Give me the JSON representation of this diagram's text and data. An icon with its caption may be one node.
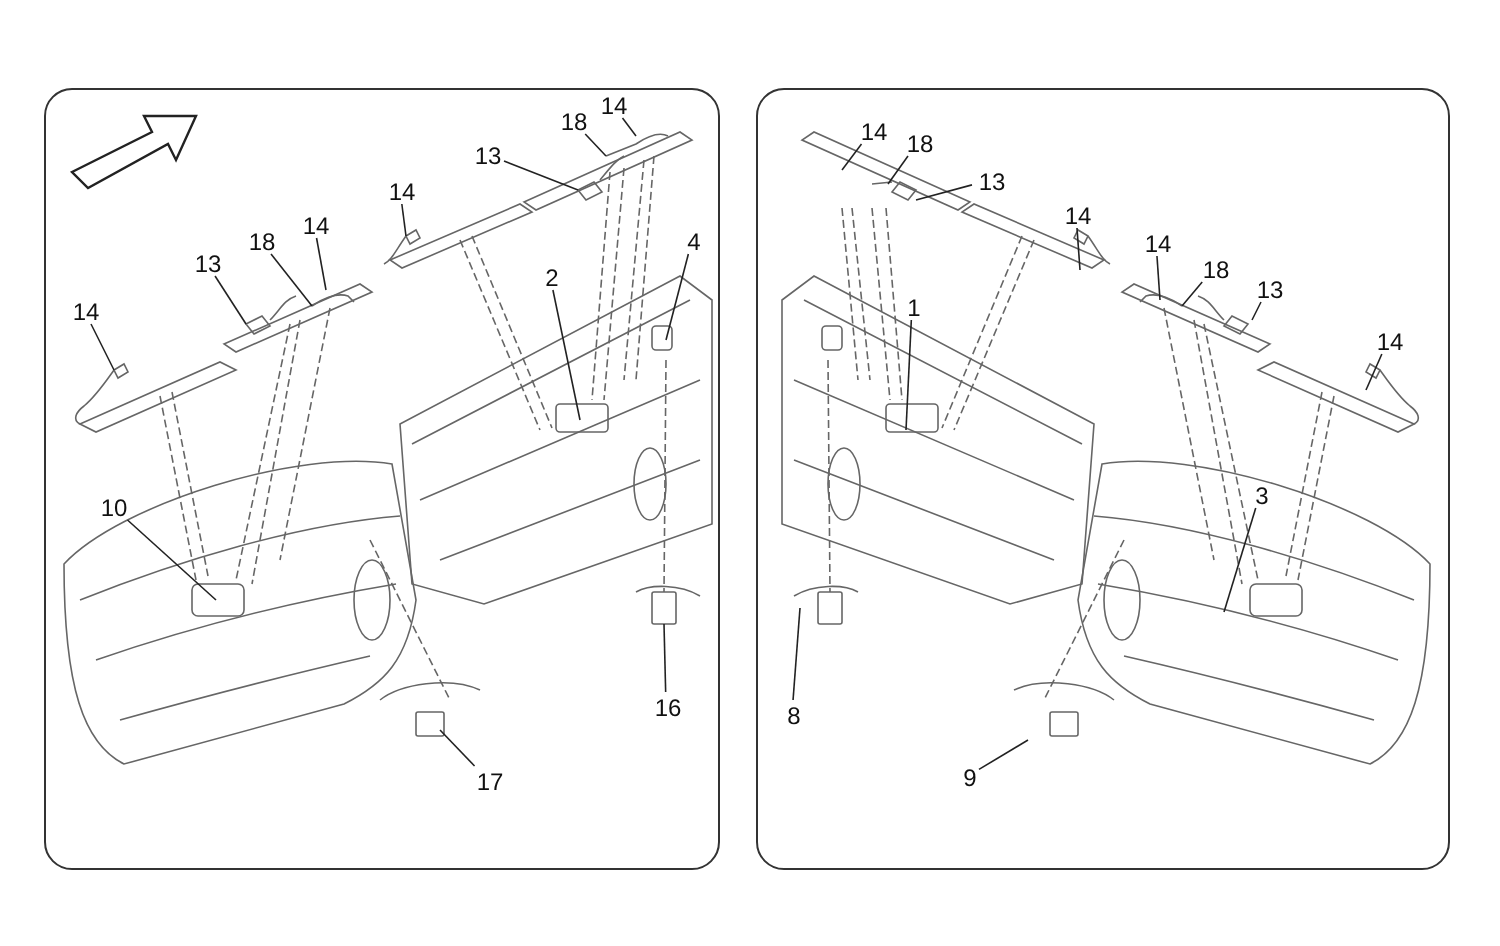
{
  "diagram": {
    "nodes": [
      {
        "text": [],
        "shape": "box"
      },
      {
        "text": [
          "14"
        ],
        "in": 0
      },
      {
        "text": [
          "13"
        ],
        "in": 0
      },
      {
        "text": [
          "18"
        ],
        "in": 0
      },
      {
        "text": [
          "14"
        ],
        "in": 0
      },
      {
        "text": [
          "14"
        ],
        "in": 0
      },
      {
        "text": [
          "13"
        ],
        "in": 0
      },
      {
        "text": [
          "18"
        ],
        "in": 0
      },
      {
        "text": [
          "14"
        ],
        "in": 0
      },
      {
        "text": [
          "2"
        ],
        "in": 0
      },
      {
        "text": [
          "4"
        ],
        "in": 0
      },
      {
        "text": [
          "10"
        ],
        "in": 0
      },
      {
        "text": [
          "16"
        ],
        "in": 0
      },
      {
        "text": [
          "17"
        ],
        "in": 0
      },
      {
        "text": [],
        "shape": "box"
      },
      {
        "text": [
          "14"
        ],
        "in": 14
      },
      {
        "text": [
          "18"
        ],
        "in": 14
      },
      {
        "text": [
          "13"
        ],
        "in": 14
      },
      {
        "text": [
          "14"
        ],
        "in": 14
      },
      {
        "text": [
          "1"
        ],
        "in": 14
      },
      {
        "text": [
          "14"
        ],
        "in": 14
      },
      {
        "text": [
          "18"
        ],
        "in": 14
      },
      {
        "text": [
          "13"
        ],
        "in": 14
      },
      {
        "text": [
          "14"
        ],
        "in": 14
      },
      {
        "text": [
          "3"
        ],
        "in": 14
      },
      {
        "text": [
          "8"
        ],
        "in": 14
      },
      {
        "text": [
          "9"
        ],
        "in": 14
      }
    ],
    "edges": [
      {
        "from": 1,
        "to": null,
        "arrow": "none"
      },
      {
        "from": 2,
        "to": null,
        "arrow": "none"
      },
      {
        "from": 3,
        "to": null,
        "arrow": "none"
      },
      {
        "from": 4,
        "to": null,
        "arrow": "none"
      },
      {
        "from": 5,
        "to": null,
        "arrow": "none"
      },
      {
        "from": 6,
        "to": null,
        "arrow": "none"
      },
      {
        "from": 7,
        "to": null,
        "arrow": "none"
      },
      {
        "from": 8,
        "to": null,
        "arrow": "none"
      },
      {
        "from": 9,
        "to": null,
        "arrow": "none"
      },
      {
        "from": 10,
        "to": null,
        "arrow": "none"
      },
      {
        "from": 11,
        "to": null,
        "arrow": "none"
      },
      {
        "from": 12,
        "to": null,
        "arrow": "none"
      },
      {
        "from": 13,
        "to": null,
        "arrow": "none"
      },
      {
        "from": 15,
        "to": null,
        "arrow": "none"
      },
      {
        "from": 16,
        "to": null,
        "arrow": "none"
      },
      {
        "from": 17,
        "to": null,
        "arrow": "none"
      },
      {
        "from": 18,
        "to": null,
        "arrow": "none"
      },
      {
        "from": 19,
        "to": null,
        "arrow": "none"
      },
      {
        "from": 20,
        "to": null,
        "arrow": "none"
      },
      {
        "from": 21,
        "to": null,
        "arrow": "none"
      },
      {
        "from": 22,
        "to": null,
        "arrow": "none"
      },
      {
        "from": 23,
        "to": null,
        "arrow": "none"
      },
      {
        "from": 24,
        "to": null,
        "arrow": "none"
      },
      {
        "from": 25,
        "to": null,
        "arrow": "none"
      },
      {
        "from": 26,
        "to": null,
        "arrow": "none"
      }
    ]
  }
}
